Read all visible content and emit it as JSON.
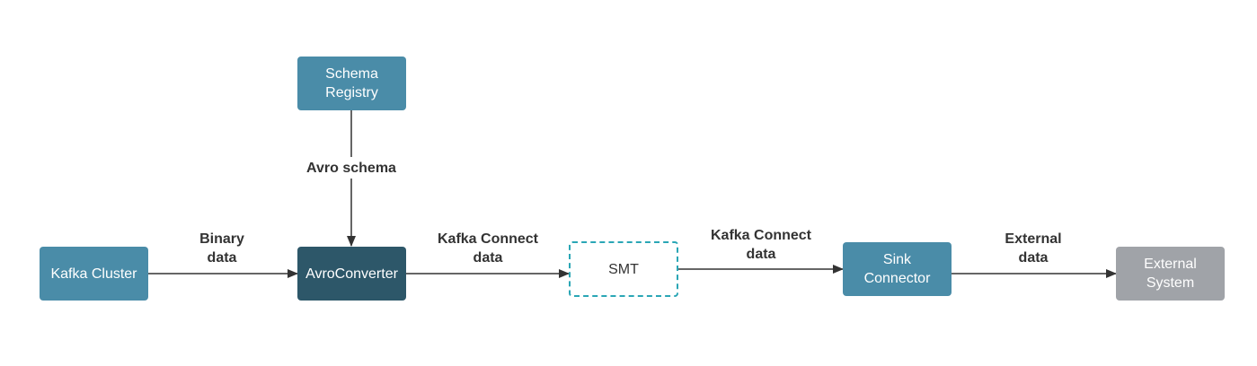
{
  "nodes": {
    "schema_registry": "Schema\nRegistry",
    "kafka_cluster": "Kafka Cluster",
    "avro_converter": "AvroConverter",
    "smt": "SMT",
    "sink_connector": "Sink\nConnector",
    "external_system": "External\nSystem"
  },
  "edges": {
    "avro_schema": "Avro schema",
    "binary_data": "Binary\ndata",
    "kafka_connect_data_1": "Kafka Connect\ndata",
    "kafka_connect_data_2": "Kafka Connect\ndata",
    "external_data": "External\ndata"
  },
  "colors": {
    "node_teal": "#4a8ca8",
    "node_dark": "#2d5769",
    "node_gray": "#a0a3a8",
    "smt_border": "#2aa6b5",
    "edge": "#333333"
  }
}
